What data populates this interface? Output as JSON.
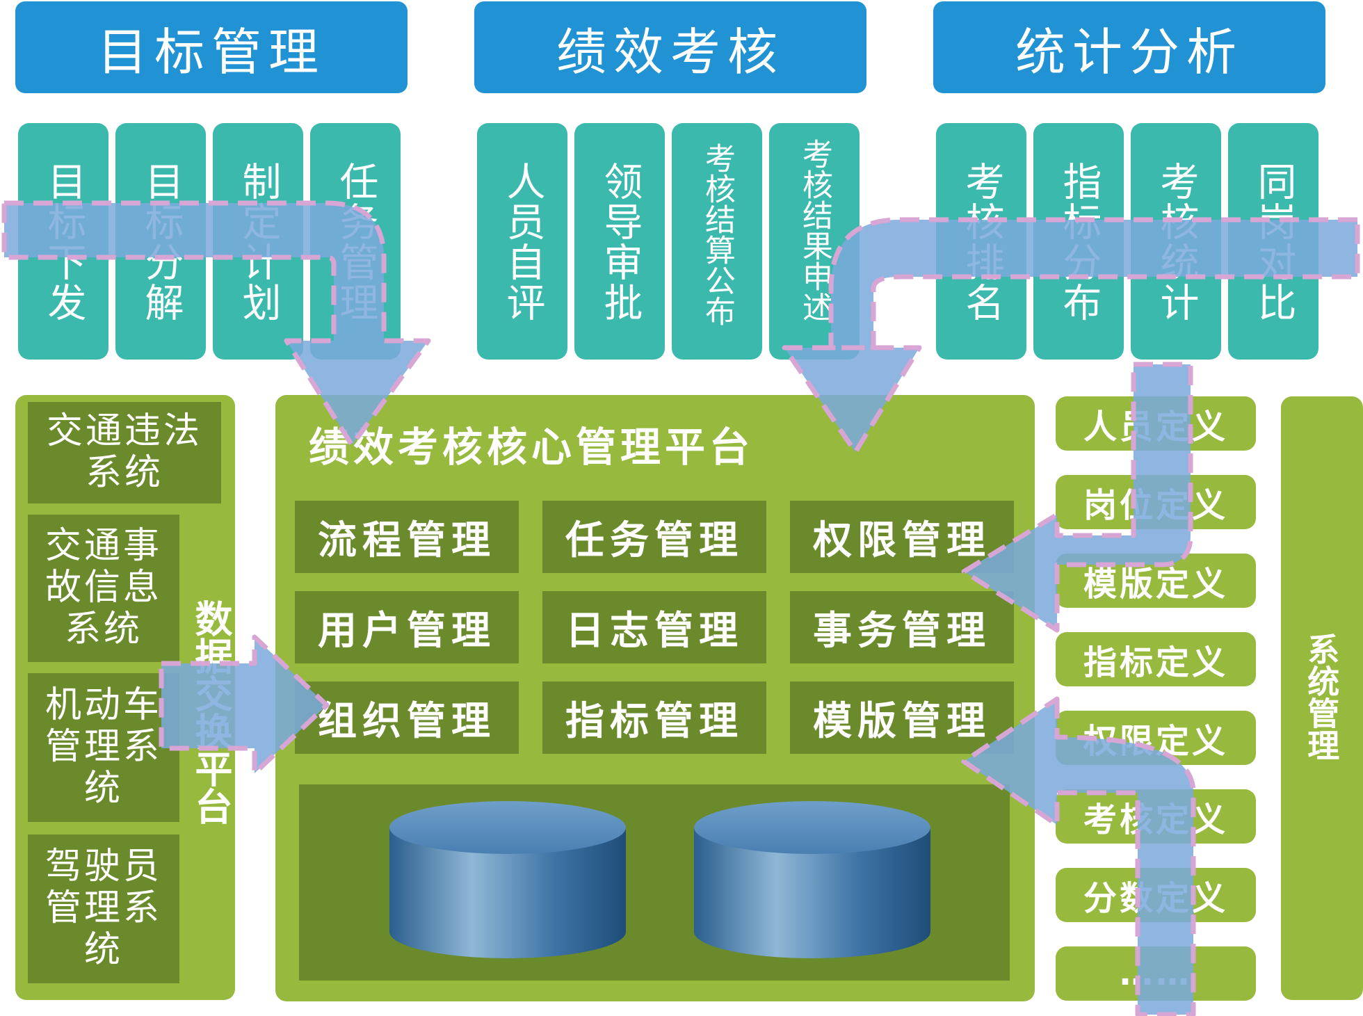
{
  "categories": [
    {
      "label": "目标管理"
    },
    {
      "label": "绩效考核"
    },
    {
      "label": "统计分析"
    }
  ],
  "goal_items": [
    "目标下发",
    "目标分解",
    "制定计划",
    "任务管理"
  ],
  "appraisal_items": [
    "人员自评",
    "领导审批",
    "考核结算公布",
    "考核结果申述"
  ],
  "stats_items": [
    "考核排名",
    "指标分布",
    "考核统计",
    "同岗对比"
  ],
  "sources": [
    "交通违法系统",
    "交通事故信息系统",
    "机动车管理系统",
    "驾驶员管理系统"
  ],
  "exchange_label": "数据交换平台",
  "platform": {
    "title": "绩效考核核心管理平台",
    "modules": [
      "流程管理",
      "任务管理",
      "权限管理",
      "用户管理",
      "日志管理",
      "事务管理",
      "组织管理",
      "指标管理",
      "模版管理"
    ]
  },
  "definitions": [
    "人员定义",
    "岗位定义",
    "模版定义",
    "指标定义",
    "权限定义",
    "考核定义",
    "分数定义",
    "……"
  ],
  "system_management": "系统管理",
  "colors": {
    "category_blue": "#2192d3",
    "teal": "#3cb9ad",
    "green": "#96b93e",
    "dark_green": "#6b8a2c",
    "flow_arrow": "#7aa9dc",
    "arrow_dash": "#d7a6d5"
  }
}
